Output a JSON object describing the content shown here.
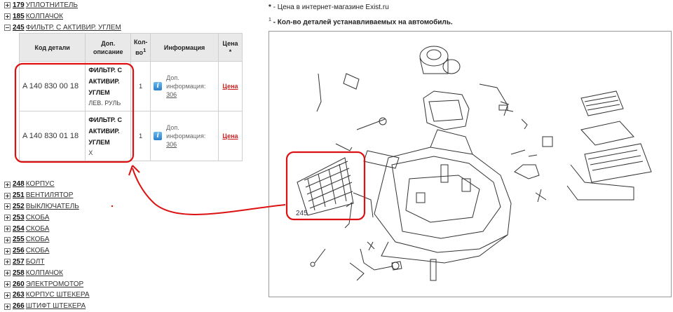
{
  "tree": {
    "top_items": [
      {
        "num": "179",
        "name": "УПЛОТНИТЕЛЬ"
      },
      {
        "num": "185",
        "name": "КОЛПАЧОК"
      }
    ],
    "open_item": {
      "num": "245",
      "name": "ФИЛЬТР. С АКТИВИР. УГЛЕМ"
    },
    "bottom_items": [
      {
        "num": "248",
        "name": "КОРПУС"
      },
      {
        "num": "251",
        "name": "ВЕНТИЛЯТОР"
      },
      {
        "num": "252",
        "name": "ВЫКЛЮЧАТЕЛЬ"
      },
      {
        "num": "253",
        "name": "СКОБА"
      },
      {
        "num": "254",
        "name": "СКОБА"
      },
      {
        "num": "255",
        "name": "СКОБА"
      },
      {
        "num": "256",
        "name": "СКОБА"
      },
      {
        "num": "257",
        "name": "БОЛТ"
      },
      {
        "num": "258",
        "name": "КОЛПАЧОК"
      },
      {
        "num": "260",
        "name": "ЭЛЕКТРОМОТОР"
      },
      {
        "num": "263",
        "name": "КОРПУС ШТЕКЕРА"
      },
      {
        "num": "266",
        "name": "ШТИФТ ШТЕКЕРА"
      }
    ]
  },
  "table": {
    "headers": {
      "code": "Код детали",
      "desc_1": "Доп.",
      "desc_2": "описание",
      "qty_1": "Кол-",
      "qty_2": "во",
      "qty_sup": "1",
      "info": "Информация",
      "price_1": "Цена",
      "price_2": "*"
    },
    "rows": [
      {
        "code": "A 140 830 00 18",
        "desc_1": "ФИЛЬТР. С",
        "desc_2": "АКТИВИР.",
        "desc_3": "УГЛЕМ",
        "note": "ЛЕВ. РУЛЬ",
        "qty": "1",
        "info_1": "Доп.",
        "info_2": "информация:",
        "info_link": "306",
        "price": "Цена"
      },
      {
        "code": "A 140 830 01 18",
        "desc_1": "ФИЛЬТР. С",
        "desc_2": "АКТИВИР.",
        "desc_3": "УГЛЕМ",
        "note": "X",
        "qty": "1",
        "info_1": "Доп.",
        "info_2": "информация:",
        "info_link": "306",
        "price": "Цена"
      }
    ],
    "info_icon": "i"
  },
  "legend": {
    "line1_mark": "*",
    "line1_text": " - Цена в интернет-магазине Exist.ru",
    "line2_mark": "1",
    "line2_text": " - Кол-во деталей устанавливаемых на автомобиль."
  },
  "diagram": {
    "callout": "245"
  },
  "colors": {
    "highlight": "#dd1111",
    "price_link": "#cc2222",
    "header_bg": "#e9e9e9",
    "info_icon": "#2a80cc"
  }
}
